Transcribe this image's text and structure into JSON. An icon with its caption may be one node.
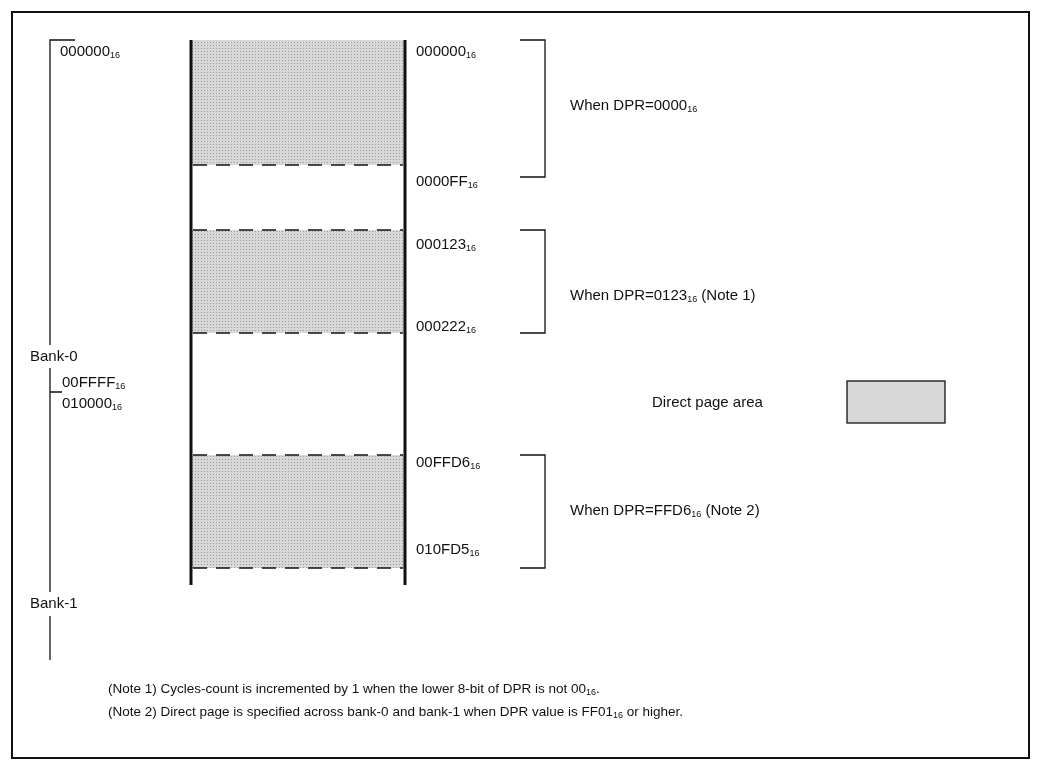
{
  "diagram": {
    "labels": [
      "000000$_{16}$",
      "000000$_{16}$",
      "When DPR=0000$_{16}$",
      "0000FF$_{16}$",
      "000123$_{16}$",
      "When DPR=0123$_{16}$ (Note 1)",
      "Bank-0",
      "000222$_{16}$",
      "00FFD6$_{16}$",
      "00FFFF$_{16}$",
      "When DPR=FFD6$_{16}$ (Note 2)",
      "010000$_{16}$",
      "010FD5$_{16}$",
      "Bank-1",
      "(Note 1) Cycles-count is incremented by 1 when the lower 8-bit of DPR is not 00$_{16}$.",
      "(Note 2) Direct page is specified across bank-0 and bank-1 when DPR value is FF01$_{16}$ or higher."
    ],
    "legend": [
      {
        "text": "Direct page area",
        "color": "#d8d8d8"
      }
    ]
  }
}
